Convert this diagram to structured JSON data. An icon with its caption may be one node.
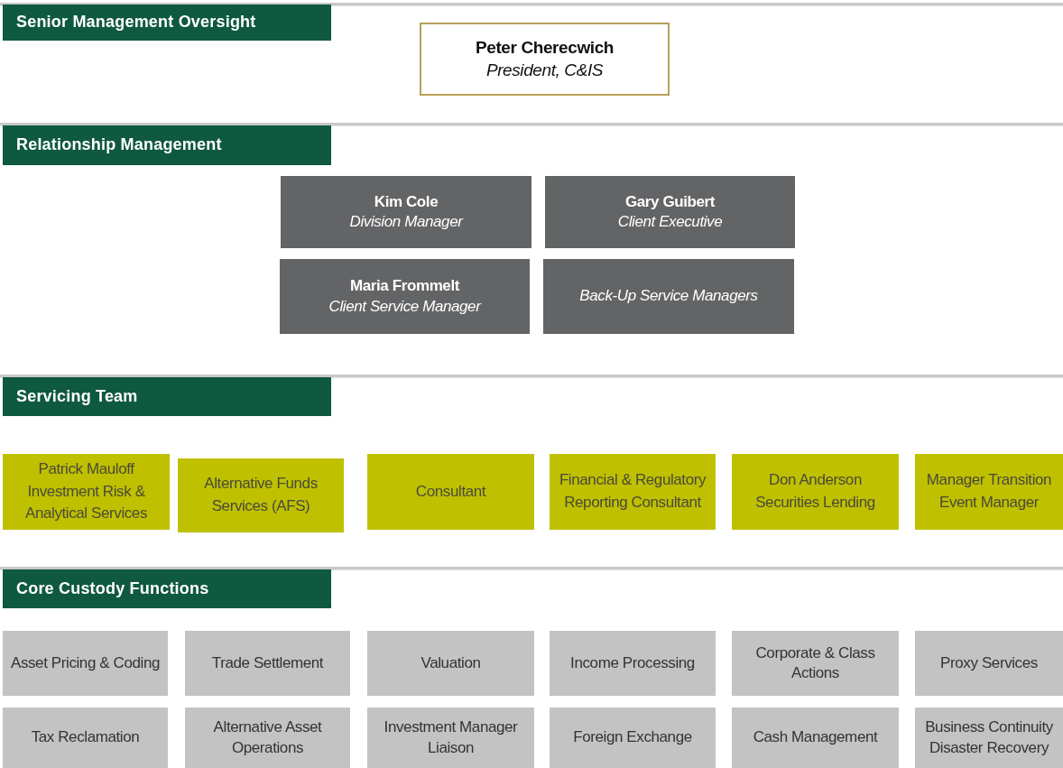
{
  "diagram": {
    "nodes": [
      {
        "text": [
          "Senior Management Oversight"
        ]
      },
      {
        "text": [
          "Peter Cherecwich",
          "President, C&IS"
        ]
      },
      {
        "text": [
          "Relationship Management"
        ]
      },
      {
        "text": [
          "Kim Cole",
          "Division Manager"
        ]
      },
      {
        "text": [
          "Gary Guibert",
          "Client Executive"
        ]
      },
      {
        "text": [
          "Maria Frommelt",
          "Client Service Manager"
        ]
      },
      {
        "text": [
          "Back-Up Service Managers"
        ]
      },
      {
        "text": [
          "Servicing Team"
        ]
      },
      {
        "text": [
          "Patrick Mauloff",
          "Investment Risk & Analytical Services"
        ]
      },
      {
        "text": [
          "Alternative Funds Services (AFS)"
        ]
      },
      {
        "text": [
          "Consultant"
        ]
      },
      {
        "text": [
          "Financial & Regulatory Reporting Consultant"
        ]
      },
      {
        "text": [
          "Don Anderson",
          "Securities Lending"
        ]
      },
      {
        "text": [
          "Manager Transition Event Manager"
        ]
      },
      {
        "text": [
          "Core Custody Functions"
        ]
      },
      {
        "text": [
          "Asset Pricing & Coding"
        ]
      },
      {
        "text": [
          "Trade Settlement"
        ]
      },
      {
        "text": [
          "Valuation"
        ]
      },
      {
        "text": [
          "Income Processing"
        ]
      },
      {
        "text": [
          "Corporate & Class Actions"
        ]
      },
      {
        "text": [
          "Proxy Services"
        ]
      },
      {
        "text": [
          "Tax Reclamation"
        ]
      },
      {
        "text": [
          "Alternative Asset Operations"
        ]
      },
      {
        "text": [
          "Investment Manager Liaison"
        ]
      },
      {
        "text": [
          "Foreign Exchange"
        ]
      },
      {
        "text": [
          "Cash Management"
        ]
      },
      {
        "text": [
          "Business Continuity Disaster Recovery"
        ]
      }
    ]
  }
}
